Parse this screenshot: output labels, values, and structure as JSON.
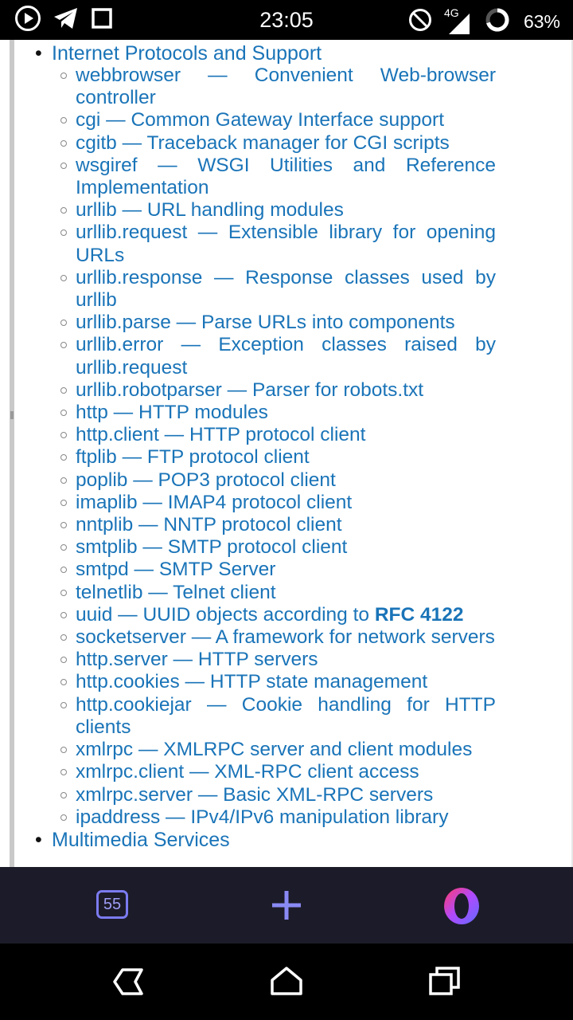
{
  "status_bar": {
    "time": "23:05",
    "network": "4G",
    "battery": "63%",
    "left_icons": [
      "play-circle-icon",
      "telegram-icon",
      "square-icon"
    ],
    "right_icons": [
      "do-not-disturb-icon",
      "signal-icon",
      "battery-ring-icon"
    ]
  },
  "content": {
    "section": "Internet Protocols and Support",
    "items": [
      {
        "name": "webbrowser",
        "desc": "Convenient Web-browser controller"
      },
      {
        "name": "cgi",
        "desc": "Common Gateway Interface support"
      },
      {
        "name": "cgitb",
        "desc": "Traceback manager for CGI scripts"
      },
      {
        "name": "wsgiref",
        "desc": "WSGI Utilities and Reference Implementation"
      },
      {
        "name": "urllib",
        "desc": "URL handling modules"
      },
      {
        "name": "urllib.request",
        "desc": "Extensible library for opening URLs"
      },
      {
        "name": "urllib.response",
        "desc": "Response classes used by urllib"
      },
      {
        "name": "urllib.parse",
        "desc": "Parse URLs into components"
      },
      {
        "name": "urllib.error",
        "desc": "Exception classes raised by urllib.request"
      },
      {
        "name": "urllib.robotparser",
        "desc": "Parser for robots.txt"
      },
      {
        "name": "http",
        "desc": "HTTP modules"
      },
      {
        "name": "http.client",
        "desc": "HTTP protocol client"
      },
      {
        "name": "ftplib",
        "desc": "FTP protocol client"
      },
      {
        "name": "poplib",
        "desc": "POP3 protocol client"
      },
      {
        "name": "imaplib",
        "desc": "IMAP4 protocol client"
      },
      {
        "name": "nntplib",
        "desc": "NNTP protocol client"
      },
      {
        "name": "smtplib",
        "desc": "SMTP protocol client"
      },
      {
        "name": "smtpd",
        "desc": "SMTP Server"
      },
      {
        "name": "telnetlib",
        "desc": "Telnet client"
      },
      {
        "name": "uuid",
        "desc": "UUID objects according to ",
        "strong": "RFC 4122"
      },
      {
        "name": "socketserver",
        "desc": "A framework for network servers"
      },
      {
        "name": "http.server",
        "desc": "HTTP servers"
      },
      {
        "name": "http.cookies",
        "desc": "HTTP state management"
      },
      {
        "name": "http.cookiejar",
        "desc": "Cookie handling for HTTP clients"
      },
      {
        "name": "xmlrpc",
        "desc": "XMLRPC server and client modules"
      },
      {
        "name": "xmlrpc.client",
        "desc": "XML-RPC client access"
      },
      {
        "name": "xmlrpc.server",
        "desc": "Basic XML-RPC servers"
      },
      {
        "name": "ipaddress",
        "desc": "IPv4/IPv6 manipulation library"
      }
    ],
    "next_section": "Multimedia Services",
    "separator": " — "
  },
  "browser_bar": {
    "tab_count": "55",
    "add_icon": "plus-icon",
    "menu_icon": "opera-logo-icon"
  },
  "nav_bar": {
    "icons": [
      "back-icon",
      "home-icon",
      "recents-icon"
    ]
  },
  "colors": {
    "link": "#1a74b8",
    "browser_bar_bg": "#1c1b29",
    "accent": "#7b7bf0"
  }
}
